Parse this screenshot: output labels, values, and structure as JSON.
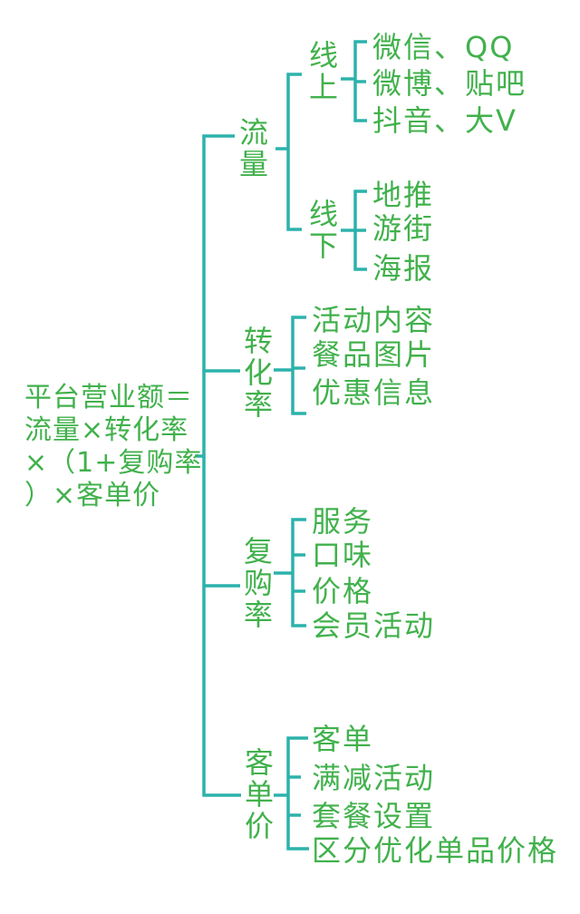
{
  "colors": {
    "line": "#2cb2ab",
    "text": "#41b14c",
    "background": "#ffffff"
  },
  "root": {
    "label": "平台营业额＝流量×转化率×（1+复购率）×客单价",
    "lines": [
      "平台营业额＝",
      "流量×转化率",
      "×（1+复购率",
      "）×客单价"
    ]
  },
  "branches": [
    {
      "label": "流量",
      "groups": [
        {
          "label": "线上",
          "items": [
            "微信、QQ",
            "微博、贴吧",
            "抖音、大V"
          ]
        },
        {
          "label": "线下",
          "items": [
            "地推",
            "游街",
            "海报"
          ]
        }
      ]
    },
    {
      "label": "转化率",
      "items": [
        "活动内容",
        "餐品图片",
        "优惠信息"
      ]
    },
    {
      "label": "复购率",
      "items": [
        "服务",
        "口味",
        "价格",
        "会员活动"
      ]
    },
    {
      "label": "客单价",
      "items": [
        "客单",
        "满减活动",
        "套餐设置",
        "区分优化单品价格"
      ]
    }
  ]
}
